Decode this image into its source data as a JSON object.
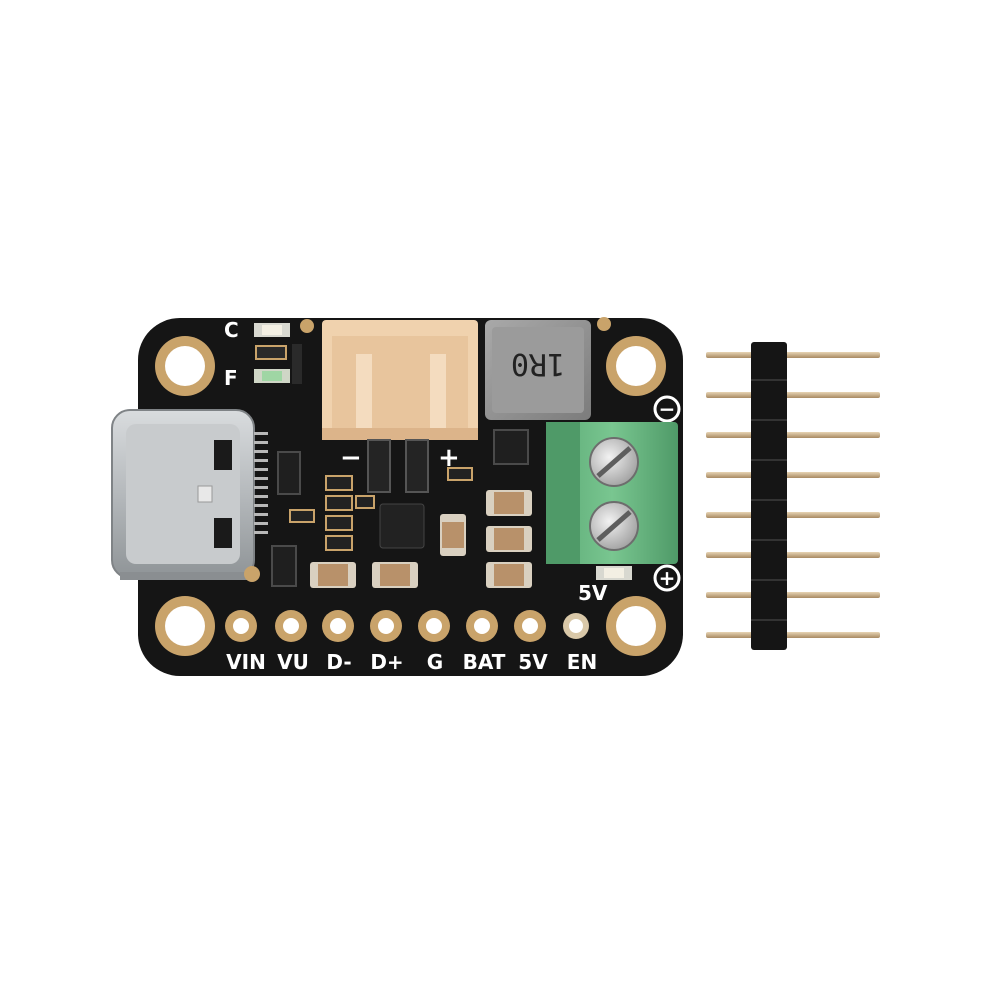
{
  "board": {
    "led_labels": [
      "C",
      "F"
    ],
    "inductor_marking": "1R0",
    "jst_polarity": {
      "minus": "−",
      "plus": "+"
    },
    "terminal_polarity": {
      "minus": "−",
      "plus": "+"
    },
    "terminal_voltage_label": "5V",
    "pins": [
      "VIN",
      "VU",
      "D-",
      "D+",
      "G",
      "BAT",
      "5V",
      "EN"
    ],
    "colors": {
      "pcb": "#151515",
      "gold": "#c9a36a",
      "jst": "#f0d2ae",
      "terminal": "#6fbf86",
      "usb_shell": "#bfc3c6",
      "header_pin": "#c9b08c"
    }
  },
  "header": {
    "pin_count": 8
  }
}
